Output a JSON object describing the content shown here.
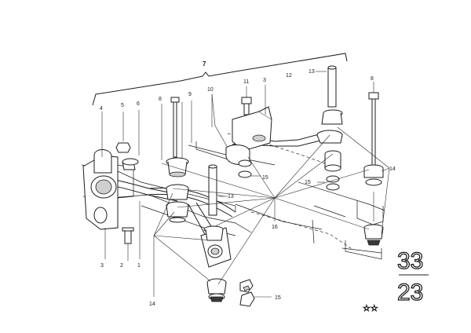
{
  "diagram": {
    "callouts": {
      "c1": "1",
      "c2": "2",
      "c3": "3",
      "c3b": "3",
      "c4": "4",
      "c5": "5",
      "c6": "6",
      "c7": "7",
      "c8": "8",
      "c8b": "8",
      "c9": "9",
      "c10": "10",
      "c11": "11",
      "c12": "12",
      "c13": "13",
      "c13b": "13",
      "c14": "14",
      "c14b": "14",
      "c15": "15",
      "c15b": "15",
      "c15c": "15",
      "c16": "16"
    },
    "group_number_top": "33",
    "group_number_bottom": "23",
    "stars": "☆☆"
  }
}
